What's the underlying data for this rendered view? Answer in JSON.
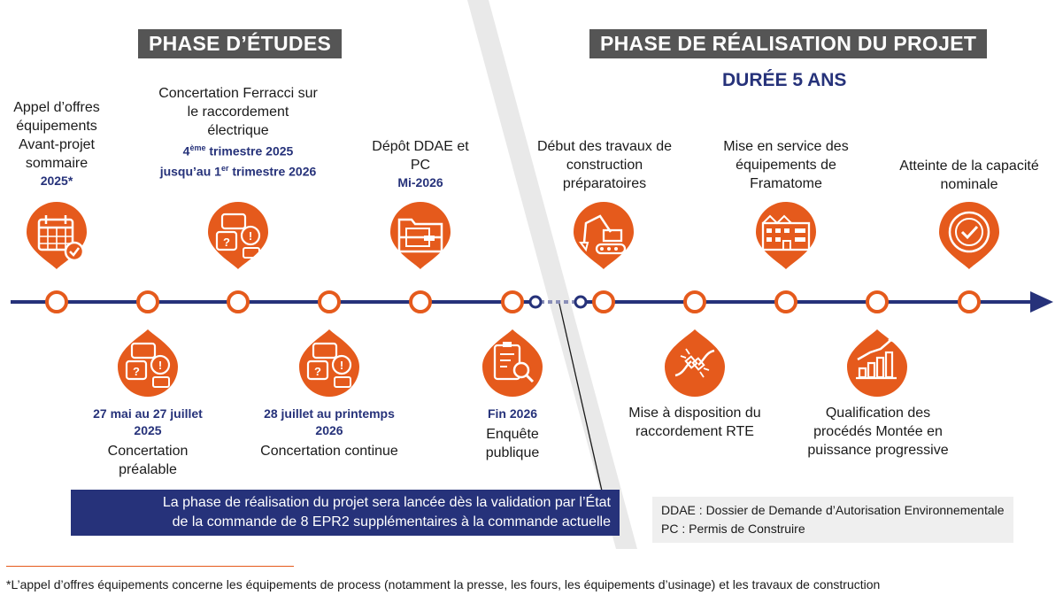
{
  "phases": {
    "etudes": "PHASE D’ÉTUDES",
    "realisation": "PHASE DE RÉALISATION DU PROJET",
    "duree": "DURÉE 5 ANS"
  },
  "colors": {
    "orange": "#e55a1c",
    "navy": "#26327a",
    "grey": "#555555"
  },
  "milestones_top": [
    {
      "title": "Appel d’offres équipements Avant-projet sommaire",
      "date": "2025*",
      "icon": "calendar-check-icon"
    },
    {
      "title": "Concertation Ferracci sur le raccordement électrique",
      "date_a": "4",
      "date_a_sup": "ème",
      "date_b": " trimestre 2025 jusqu’au ",
      "date_c": "1",
      "date_c_sup": "er",
      "date_d": " trimestre 2026",
      "icon": "chat-question-icon"
    },
    {
      "title": "Dépôt DDAE et PC",
      "date": "Mi-2026",
      "icon": "folder-documents-icon"
    },
    {
      "title": "Début des travaux de construction préparatoires",
      "icon": "excavator-icon"
    },
    {
      "title": "Mise en service des équipements de Framatome",
      "icon": "factory-icon"
    },
    {
      "title": "Atteinte de la capacité nominale",
      "icon": "checkmark-badge-icon"
    }
  ],
  "milestones_bottom": [
    {
      "date": "27 mai au 27 juillet 2025",
      "title": "Concertation préalable",
      "icon": "chat-question-icon"
    },
    {
      "date": "28 juillet au printemps 2026",
      "title": "Concertation continue",
      "icon": "chat-question-icon"
    },
    {
      "date": "Fin 2026",
      "title": "Enquête publique",
      "icon": "clipboard-magnifier-icon"
    },
    {
      "title": "Mise à disposition du raccordement RTE",
      "icon": "cable-connection-icon"
    },
    {
      "title": "Qualification des procédés Montée en puissance progressive",
      "icon": "growth-chart-icon"
    }
  ],
  "note": {
    "line1": "La phase de réalisation du projet sera lancée dès la validation par l’État",
    "line2": "de la commande de 8 EPR2 supplémentaires à la commande actuelle"
  },
  "legend": {
    "line1": "DDAE : Dossier de Demande d’Autorisation Environnementale",
    "line2": "PC : Permis de Construire"
  },
  "footnote": "*L’appel d’offres équipements concerne les équipements de process (notamment la presse, les fours, les équipements d’usinage) et les travaux de construction"
}
